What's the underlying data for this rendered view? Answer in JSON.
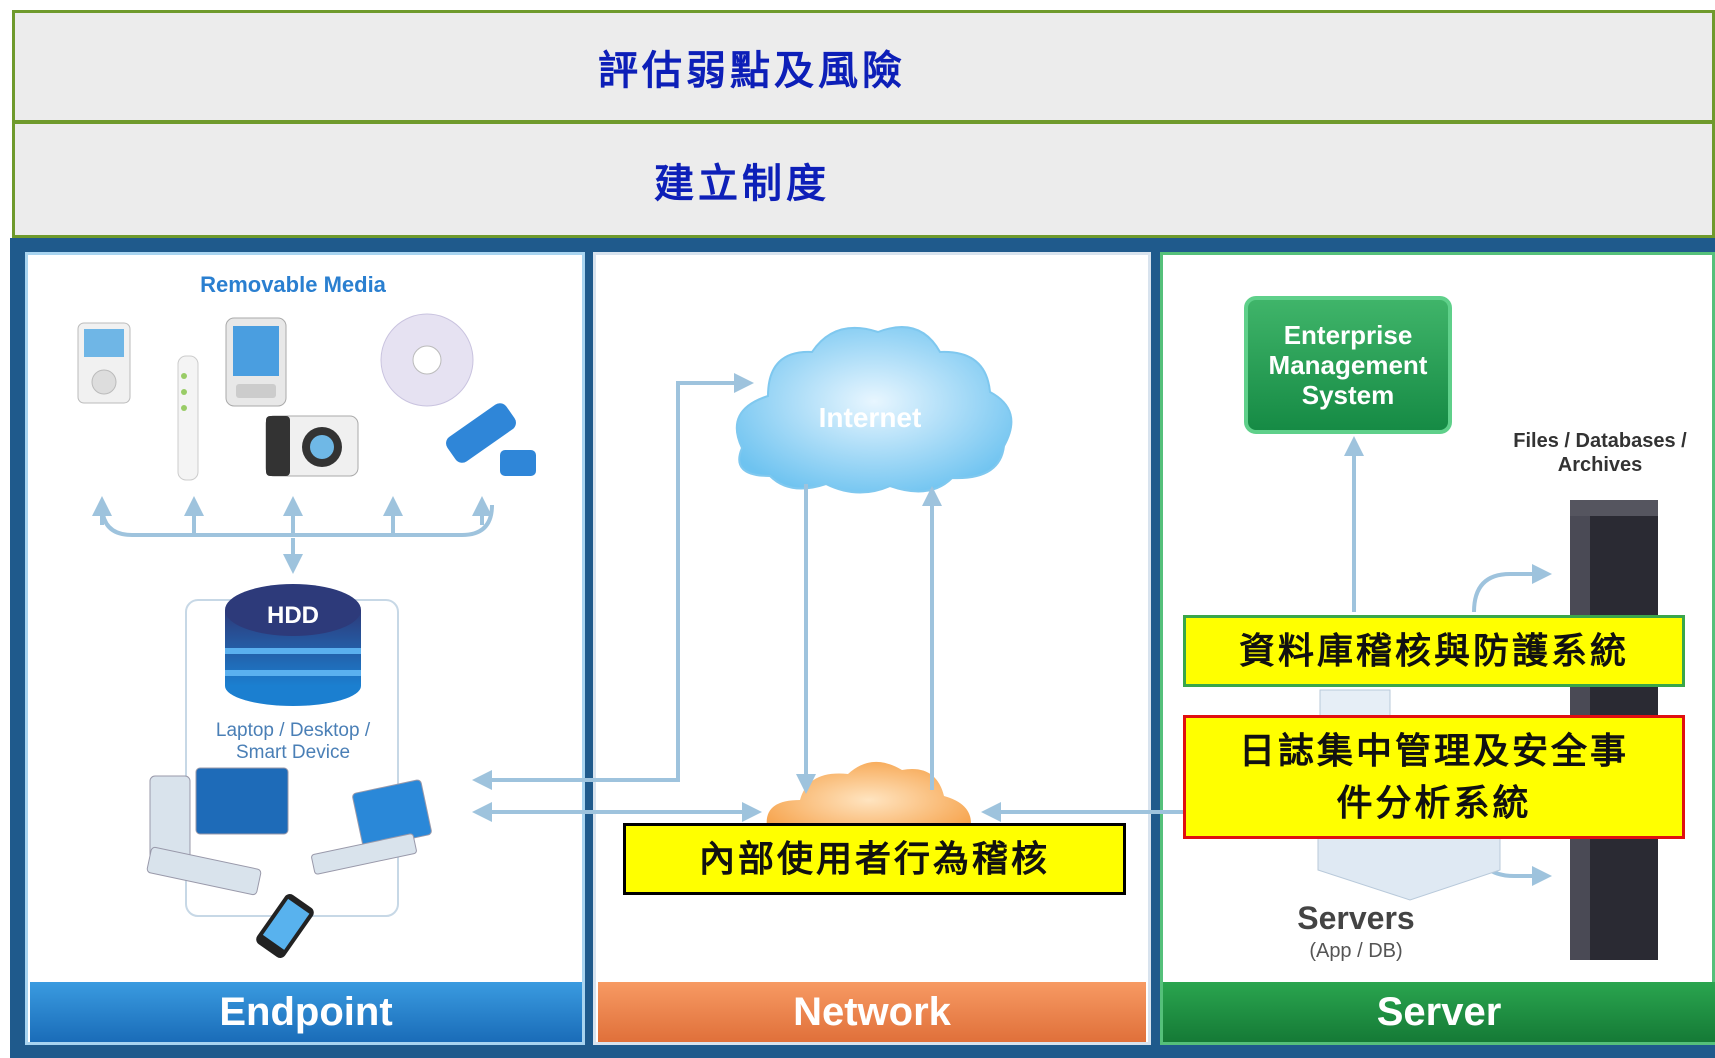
{
  "header": {
    "row1": "評估弱點及風險",
    "row2": "建立制度"
  },
  "endpoint": {
    "removable_media": "Removable Media",
    "hdd": "HDD",
    "device_caption_line1": "Laptop / Desktop /",
    "device_caption_line2": "Smart Device",
    "footer": "Endpoint"
  },
  "network": {
    "internet": "Internet",
    "footer": "Network",
    "callout": "內部使用者行為稽核"
  },
  "server": {
    "ems_line1": "Enterprise",
    "ems_line2": "Management",
    "ems_line3": "System",
    "files_line1": "Files / Databases /",
    "files_line2": "Archives",
    "servers": "Servers",
    "servers_sub": "(App / DB)",
    "footer": "Server",
    "callout_db": "資料庫稽核與防護系統",
    "callout_log": "日誌集中管理及安全事件分析系統"
  },
  "colors": {
    "band_border": "#6f9a2c",
    "title_blue": "#0d1fb8",
    "callout_yellow": "#ffff00",
    "callout_red_border": "#e01010",
    "callout_green_border": "#3aa64a"
  }
}
